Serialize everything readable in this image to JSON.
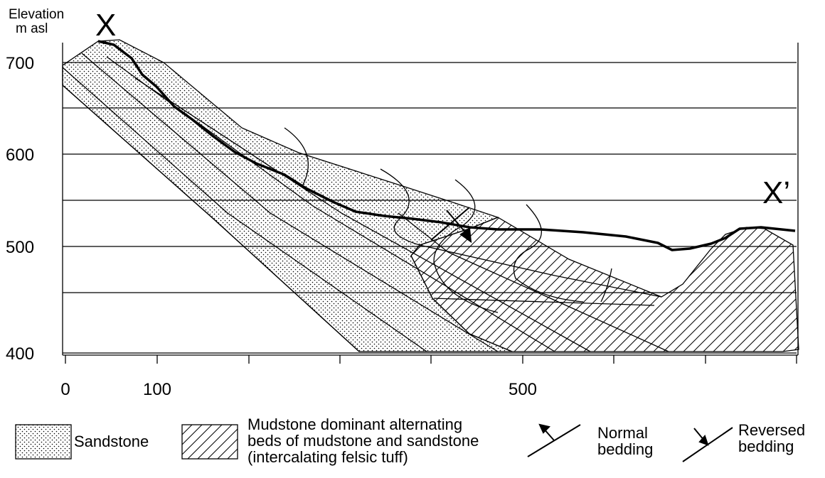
{
  "y_axis": {
    "title_line1": "Elevation",
    "title_line2": "m asl",
    "ticks": [
      "700",
      "600",
      "500",
      "400"
    ]
  },
  "x_axis": {
    "ticks": [
      "0",
      "100",
      "500"
    ]
  },
  "section": {
    "start_label": "X",
    "end_label": "X’"
  },
  "legend": {
    "sandstone": "Sandstone",
    "mudstone_lines": [
      "Mudstone dominant alternating",
      "beds of mudstone and sandstone",
      "(intercalating felsic tuff)"
    ],
    "normal_lines": [
      "Normal",
      "bedding"
    ],
    "reversed_lines": [
      "Reversed",
      "bedding"
    ]
  }
}
